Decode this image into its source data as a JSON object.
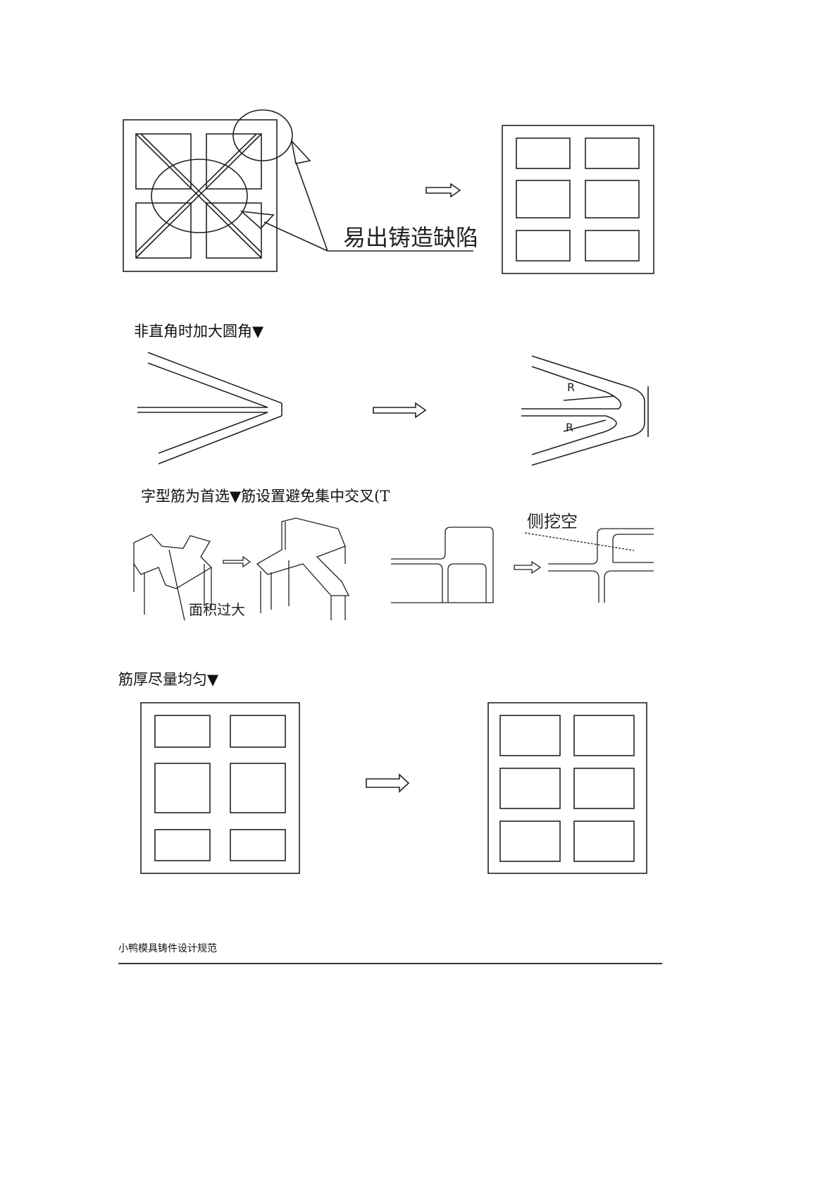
{
  "figure1": {
    "label": "易出铸造缺陷"
  },
  "caption1": "非直角时加大圆角▼",
  "figure2": {
    "radius_label_1": "R",
    "radius_label_2": "R"
  },
  "caption2": "字型筋为首选▼筋设置避免集中交叉(T",
  "figure3": {
    "label_area": "面积过大",
    "label_side": "侧挖空"
  },
  "caption3": "筋厚尽量均匀▼",
  "footer": {
    "title": "小鸭模具铸件设计规范"
  }
}
